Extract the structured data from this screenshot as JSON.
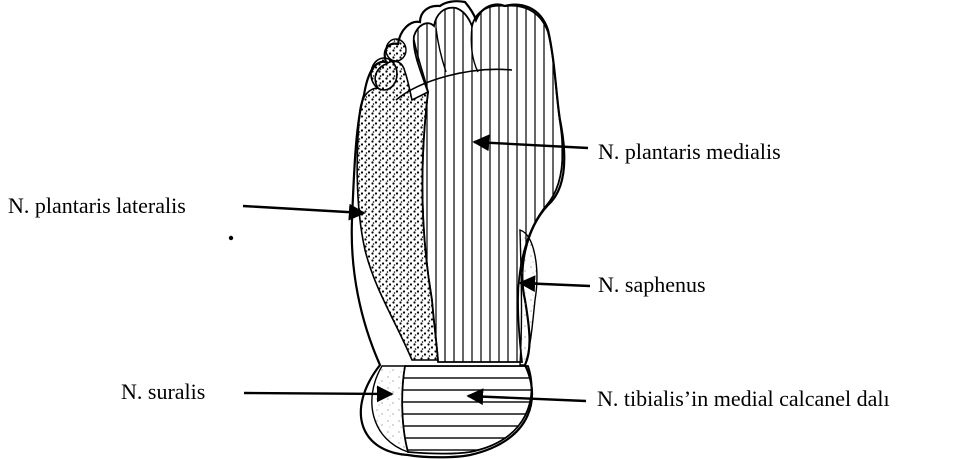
{
  "labels": {
    "plantaris_medialis": "N. plantaris medialis",
    "plantaris_lateralis": "N. plantaris lateralis",
    "saphenus": "N. saphenus",
    "suralis": "N. suralis",
    "tibialis_calcaneal": "N. tibialis’in medial calcanel dalı"
  },
  "colors": {
    "ink": "#000000",
    "paper": "#ffffff"
  }
}
